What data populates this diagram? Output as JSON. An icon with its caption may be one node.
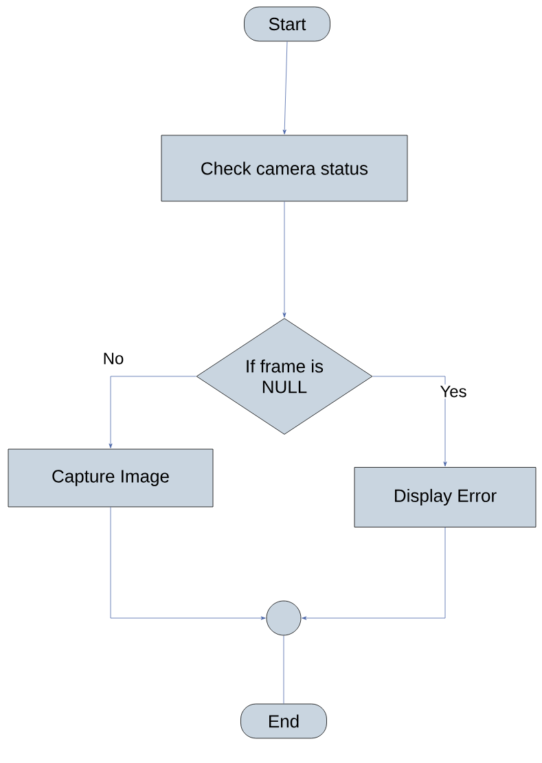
{
  "diagram": {
    "nodes": [
      {
        "text": [
          "Start"
        ]
      },
      {
        "text": [
          "Check camera status"
        ]
      },
      {
        "text": [
          "If frame is NULL"
        ]
      },
      {
        "text": [
          "Capture Image"
        ]
      },
      {
        "text": [
          "Display Error"
        ]
      },
      {
        "text": [],
        "shape": "circle"
      },
      {
        "text": [
          "End"
        ]
      }
    ],
    "edges": [
      {
        "from": 0,
        "to": 1,
        "arrow": "to"
      },
      {
        "from": 1,
        "to": 2,
        "arrow": "to"
      },
      {
        "from": 2,
        "to": 3,
        "arrow": "to",
        "label": "No"
      },
      {
        "from": 2,
        "to": 4,
        "arrow": "to",
        "label": "Yes"
      },
      {
        "from": 3,
        "to": 5,
        "arrow": "to"
      },
      {
        "from": 4,
        "to": 5,
        "arrow": "to"
      },
      {
        "from": 5,
        "to": 6,
        "arrow": "none"
      }
    ]
  }
}
